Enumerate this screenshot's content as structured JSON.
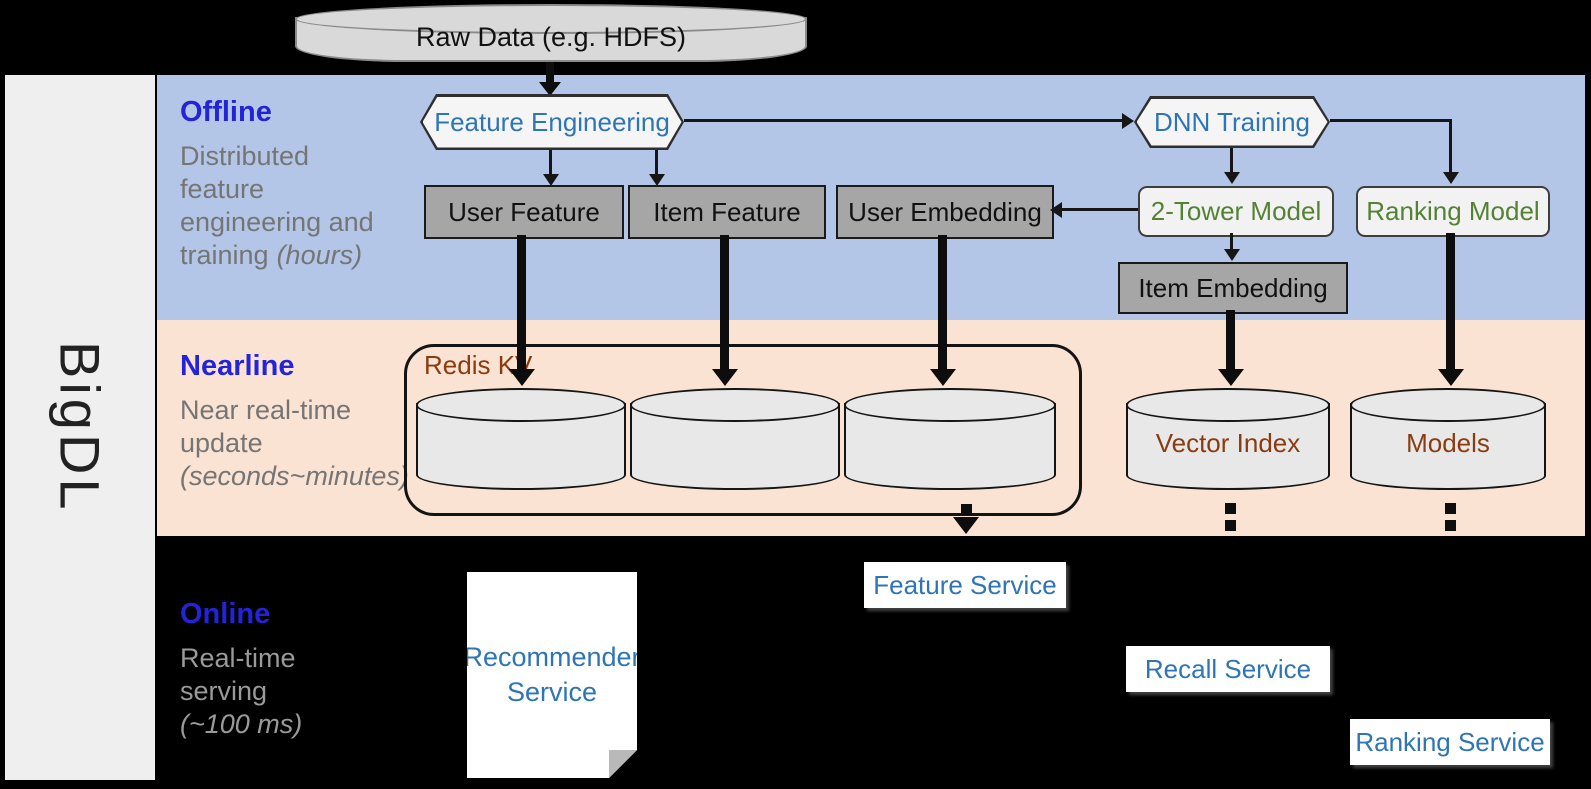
{
  "brand": {
    "name": "BigDL"
  },
  "raw_data": {
    "label": "Raw Data (e.g. HDFS)"
  },
  "bands": {
    "offline": {
      "label": "Offline",
      "description": [
        "Distributed",
        "feature",
        "engineering and",
        "training"
      ],
      "description_italic": "(hours)"
    },
    "nearline": {
      "label": "Nearline",
      "description": [
        "Near real-time",
        "update"
      ],
      "description_italic": "(seconds~minutes)"
    },
    "online": {
      "label": "Online",
      "description": [
        "Real-time",
        "serving"
      ],
      "description_italic": "(~100 ms)"
    }
  },
  "offline_nodes": {
    "feature_engineering": "Feature Engineering",
    "dnn_training": "DNN Training",
    "user_feature": "User Feature",
    "item_feature": "Item Feature",
    "user_embedding": "User Embedding",
    "two_tower_model": "2-Tower Model",
    "ranking_model": "Ranking Model",
    "item_embedding": "Item Embedding"
  },
  "nearline_nodes": {
    "redis_kv": "Redis KV",
    "vector_index": "Vector Index",
    "models": "Models"
  },
  "online_nodes": {
    "feature_service": "Feature Service",
    "recommender_service": "Recommender Service",
    "recall_service": "Recall Service",
    "ranking_service": "Ranking Service"
  },
  "colors": {
    "offline_band": "#b3c6e7",
    "nearline_band": "#fbe3d3",
    "online_band": "#000000",
    "band_heading_blue": "#2323d9",
    "service_text_blue": "#2e75b6",
    "model_text_green": "#548235",
    "storage_text_brown": "#8a3c10",
    "muted_text_gray": "#757575",
    "dark_node_gray": "#a6a6a6"
  }
}
